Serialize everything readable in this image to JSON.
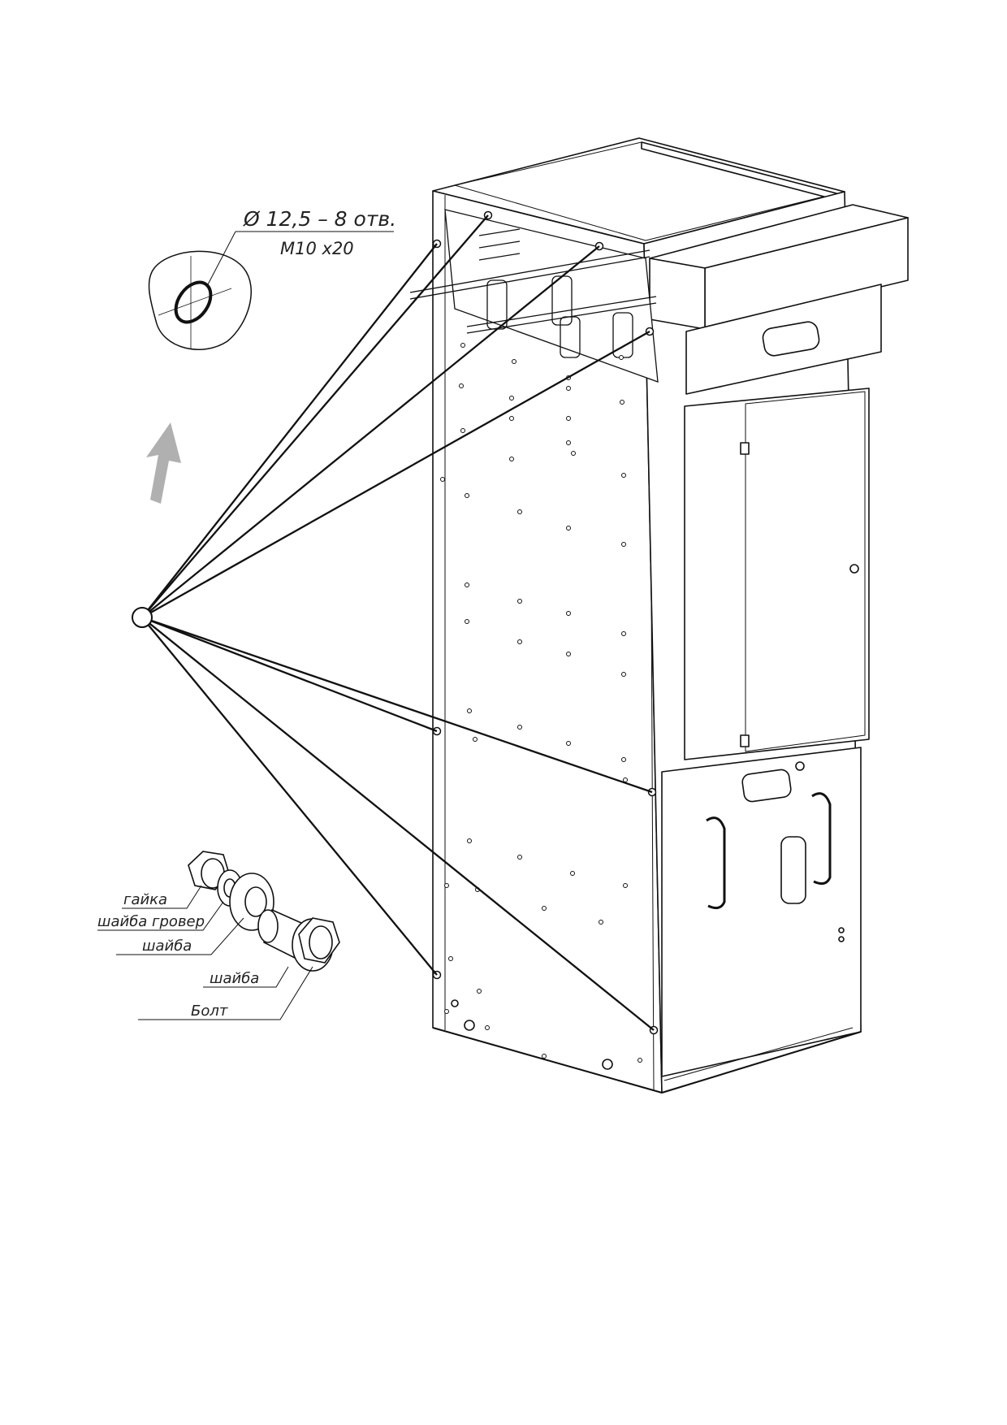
{
  "callout": {
    "hole_spec": "Ø 12,5 – 8 отв.",
    "bolt_spec": "М10 х20"
  },
  "fastener_labels": {
    "nut": "гайка",
    "spring_washer": "шайба гровер",
    "washer_1": "шайба",
    "washer_2": "шайба",
    "bolt": "Болт"
  },
  "colors": {
    "line": "#111111",
    "arrow": "#b0b0b0",
    "panel": "#ffffff"
  }
}
